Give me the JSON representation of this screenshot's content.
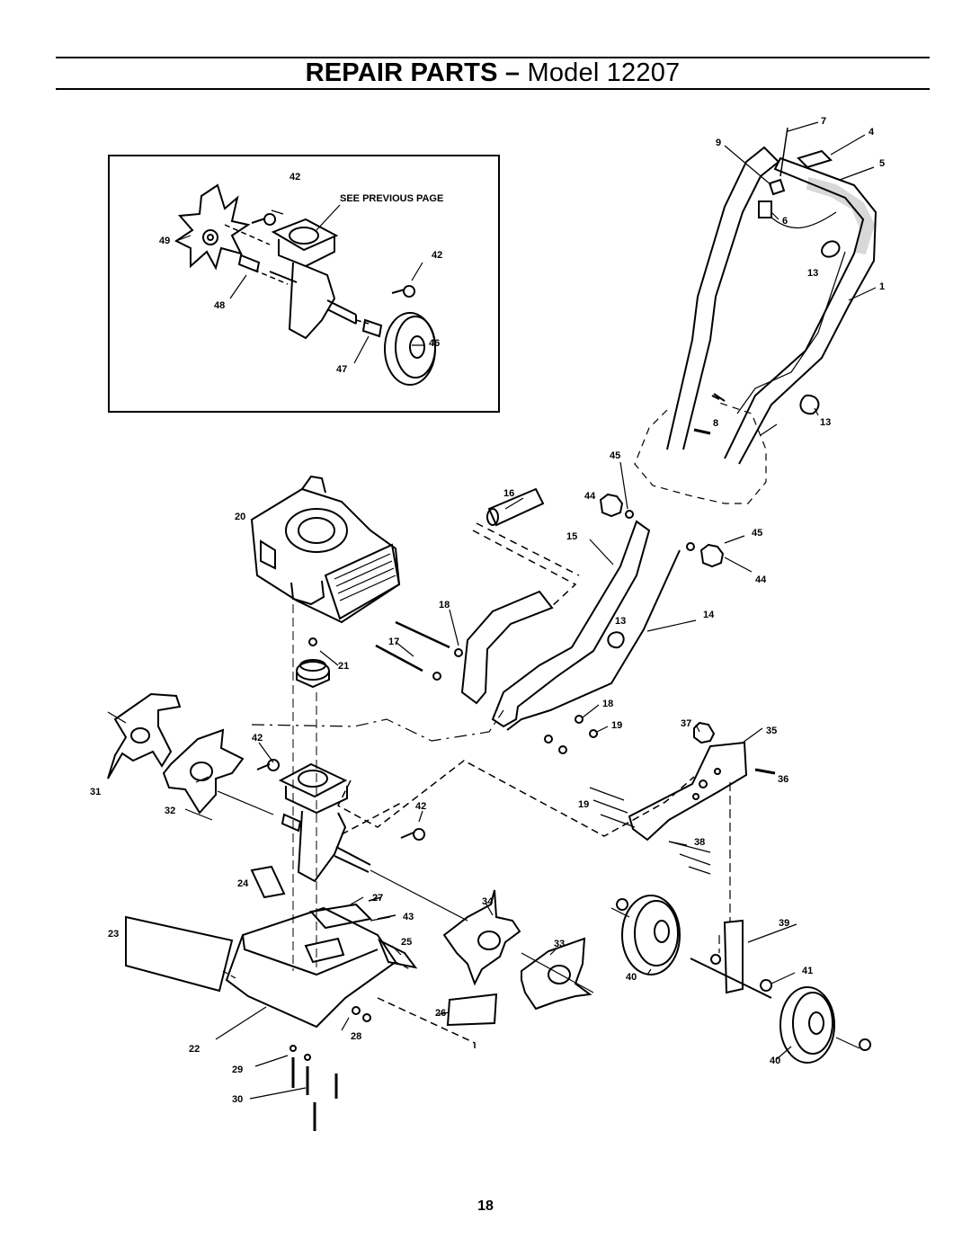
{
  "header": {
    "title_bold": "REPAIR PARTS – ",
    "title_normal": "Model 12207"
  },
  "inset": {
    "note": "SEE PREVIOUS PAGE"
  },
  "callouts": {
    "c1": "1",
    "c4": "4",
    "c5": "5",
    "c6": "6",
    "c7": "7",
    "c8": "8",
    "c9": "9",
    "c13a": "13",
    "c13b": "13",
    "c13c": "13",
    "c14": "14",
    "c15": "15",
    "c16": "16",
    "c17": "17",
    "c18a": "18",
    "c18b": "18",
    "c19a": "19",
    "c19b": "19",
    "c20": "20",
    "c21": "21",
    "c22": "22",
    "c23": "23",
    "c24": "24",
    "c25": "25",
    "c26": "26",
    "c27": "27",
    "c28": "28",
    "c29": "29",
    "c30": "30",
    "c31": "31",
    "c32": "32",
    "c33": "33",
    "c34": "34",
    "c35": "35",
    "c36": "36",
    "c37": "37",
    "c38": "38",
    "c39": "39",
    "c40a": "40",
    "c40b": "40",
    "c41": "41",
    "c42a": "42",
    "c42b": "42",
    "c42c": "42",
    "c42d": "42",
    "c43": "43",
    "c44a": "44",
    "c44b": "44",
    "c45a": "45",
    "c45b": "45",
    "c46": "46",
    "c47": "47",
    "c48": "48",
    "c49": "49"
  },
  "footer": {
    "page_number": "18"
  }
}
